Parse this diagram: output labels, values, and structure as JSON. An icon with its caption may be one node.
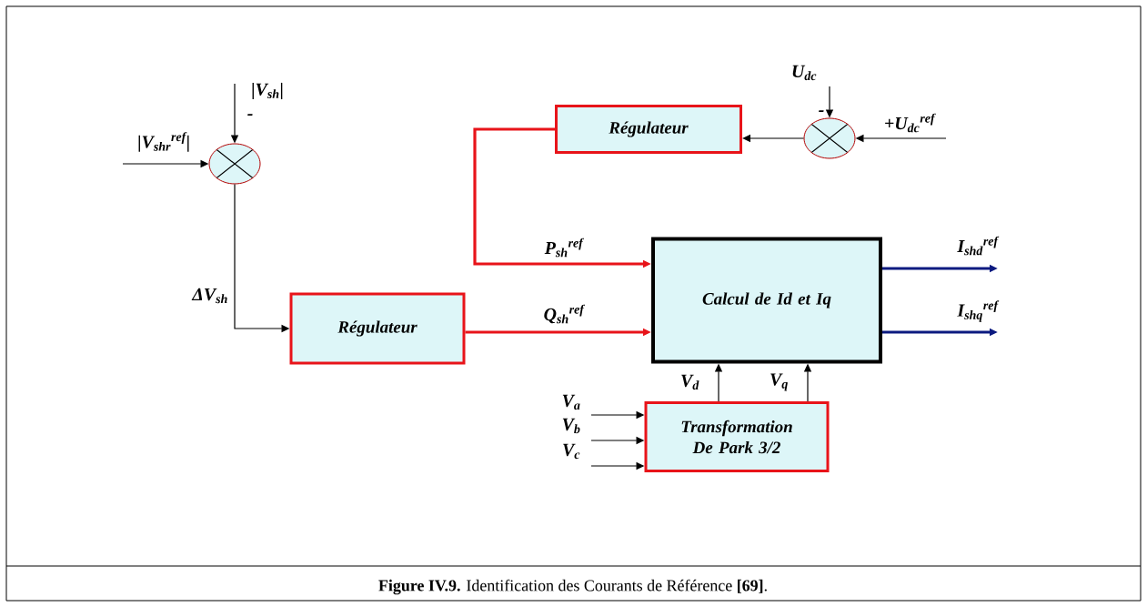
{
  "diagram": {
    "caption": "**Figure IV.9.** Identification des Courants de Référence **[69]**.",
    "nodes": [
      {
        "text": [],
        "shape": "circle"
      },
      {
        "text": [
          "Régulateur"
        ]
      },
      {
        "text": [
          "Régulateur"
        ]
      },
      {
        "text": [],
        "shape": "circle"
      },
      {
        "text": [
          "Calcul de Id et Iq"
        ]
      },
      {
        "text": [
          "Transformation De Park 3/2"
        ]
      }
    ],
    "edges": [
      {
        "from": null,
        "to": 0,
        "arrow": "to",
        "label": "|V$_{sh}$|"
      },
      {
        "from": null,
        "to": 0,
        "arrow": "to",
        "label": "|V$_{shr}$$^{ref}$|"
      },
      {
        "from": 0,
        "to": 1,
        "arrow": "to",
        "label": "ΔV$_{sh}$"
      },
      {
        "from": null,
        "to": 3,
        "arrow": "to",
        "label": "U$_{dc}$"
      },
      {
        "from": null,
        "to": 3,
        "arrow": "to",
        "label": "+U$_{dc}$$^{ref}$"
      },
      {
        "from": 3,
        "to": 2,
        "arrow": "to"
      },
      {
        "from": 2,
        "to": 4,
        "arrow": "to",
        "label": "P$_{sh}$$^{ref}$",
        "style": "thick",
        "color": "#e8141a"
      },
      {
        "from": 1,
        "to": 4,
        "arrow": "to",
        "label": "Q$_{sh}$$^{ref}$",
        "style": "thick",
        "color": "#e8141a"
      },
      {
        "from": 4,
        "to": null,
        "arrow": "to",
        "label": "I$_{shd}$$^{ref}$",
        "style": "thick",
        "color": "#0c1a80"
      },
      {
        "from": 4,
        "to": null,
        "arrow": "to",
        "label": "I$_{shq}$$^{ref}$",
        "style": "thick",
        "color": "#0c1a80"
      },
      {
        "from": 5,
        "to": 4,
        "arrow": "to",
        "label": "V$_{d}$"
      },
      {
        "from": 5,
        "to": 4,
        "arrow": "to",
        "label": "V$_{q}$"
      },
      {
        "from": null,
        "to": 5,
        "arrow": "to",
        "label": "V$_{a}$"
      },
      {
        "from": null,
        "to": 5,
        "arrow": "to",
        "label": "V$_{b}$"
      },
      {
        "from": null,
        "to": 5,
        "arrow": "to",
        "label": "V$_{c}$"
      }
    ],
    "labels": [
      "-",
      "-"
    ]
  }
}
